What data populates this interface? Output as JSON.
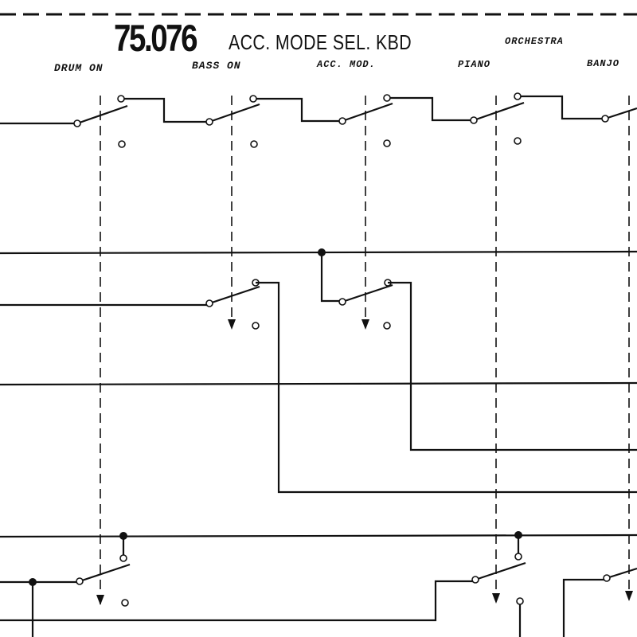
{
  "header": {
    "part_number": "75.076",
    "title": "ACC. MODE SEL. KBD"
  },
  "switch_labels": [
    "DRUM ON",
    "BASS ON",
    "ACC. MOD.",
    "PIANO",
    "BANJO"
  ],
  "group_label": "ORCHESTRA"
}
